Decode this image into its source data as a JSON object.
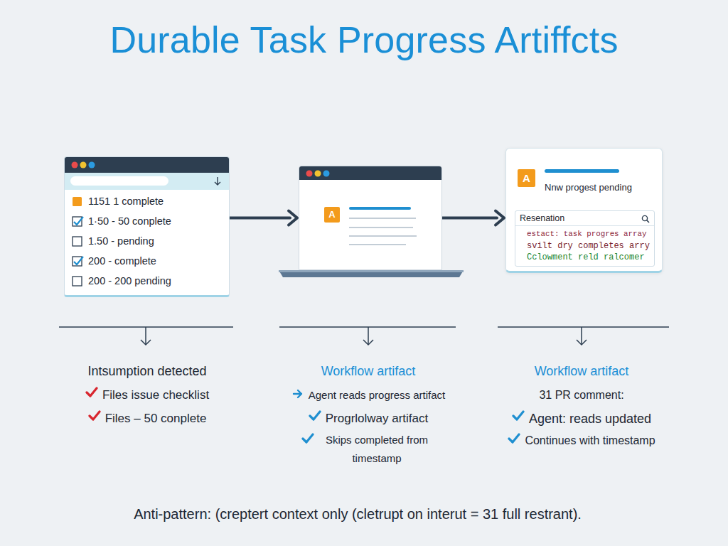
{
  "diagram": {
    "title": "Durable Task Progress Artiffcts",
    "nodes": [
      {
        "text": [
          "1151 1 complete",
          "1·50 - 50 conplete",
          "1.50 - pending",
          "200 - complete",
          "200 - 200 pending"
        ]
      },
      {
        "text": [
          "A"
        ]
      },
      {
        "text": [
          "A",
          "Nnw progest pending"
        ]
      },
      {
        "text": [
          "Resenation",
          "estact: task progres array",
          "svilt dry completes arry",
          "Cclowment reld ralcomer"
        ],
        "in": 2
      }
    ],
    "edges": [
      {
        "from": 0,
        "to": 1,
        "arrow": "to"
      },
      {
        "from": 1,
        "to": 2,
        "arrow": "to"
      }
    ],
    "labels": [
      "Intsumption detected",
      "Files issue checklist",
      "Files – 50 conplete",
      "Workflow artifact",
      "Agent reads progress artifact",
      "Progrlolway artifact",
      "Skips completed from timestamp",
      "Workflow artifact",
      "31 PR comment:",
      "Agent: reads updated",
      "Continues with timestamp",
      "Anti-pattern: (creptert context only (cletrupt on interut = 31 full restrant)."
    ]
  }
}
